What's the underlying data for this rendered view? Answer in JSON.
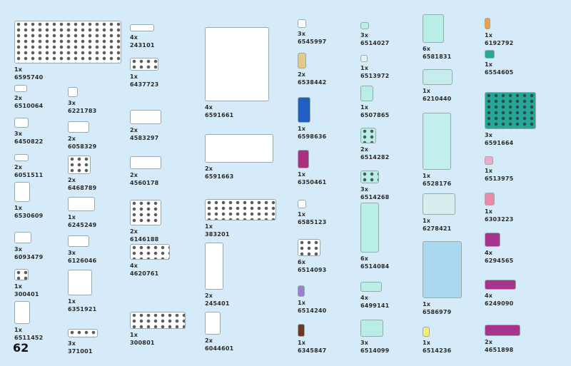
{
  "page_number": "62",
  "parts": [
    {
      "qty": "1x",
      "id": "6595740",
      "color": "#ffffff"
    },
    {
      "qty": "2x",
      "id": "6510064",
      "color": "#ffffff"
    },
    {
      "qty": "3x",
      "id": "6450822",
      "color": "#ffffff"
    },
    {
      "qty": "2x",
      "id": "6051511",
      "color": "#ffffff"
    },
    {
      "qty": "1x",
      "id": "6530609",
      "color": "#ffffff"
    },
    {
      "qty": "3x",
      "id": "6093479",
      "color": "#ffffff"
    },
    {
      "qty": "1x",
      "id": "300401",
      "color": "#ffffff"
    },
    {
      "qty": "1x",
      "id": "6511452",
      "color": "#ffffff"
    },
    {
      "qty": "3x",
      "id": "6221783",
      "color": "#ffffff"
    },
    {
      "qty": "2x",
      "id": "6058329",
      "color": "#ffffff"
    },
    {
      "qty": "2x",
      "id": "6468789",
      "color": "#ffffff"
    },
    {
      "qty": "1x",
      "id": "6245249",
      "color": "#ffffff"
    },
    {
      "qty": "3x",
      "id": "6126046",
      "color": "#ffffff"
    },
    {
      "qty": "1x",
      "id": "6351921",
      "color": "#ffffff"
    },
    {
      "qty": "3x",
      "id": "371001",
      "color": "#ffffff"
    },
    {
      "qty": "4x",
      "id": "243101",
      "color": "#ffffff"
    },
    {
      "qty": "1x",
      "id": "6437723",
      "color": "#ffffff"
    },
    {
      "qty": "2x",
      "id": "4583297",
      "color": "#ffffff"
    },
    {
      "qty": "2x",
      "id": "4560178",
      "color": "#ffffff"
    },
    {
      "qty": "2x",
      "id": "6146188",
      "color": "#ffffff"
    },
    {
      "qty": "4x",
      "id": "4620761",
      "color": "#ffffff"
    },
    {
      "qty": "1x",
      "id": "300801",
      "color": "#ffffff"
    },
    {
      "qty": "4x",
      "id": "6591661",
      "color": "#ffffff"
    },
    {
      "qty": "2x",
      "id": "6591663",
      "color": "#ffffff"
    },
    {
      "qty": "1x",
      "id": "383201",
      "color": "#ffffff"
    },
    {
      "qty": "2x",
      "id": "245401",
      "color": "#ffffff"
    },
    {
      "qty": "2x",
      "id": "6044601",
      "color": "#ffffff"
    },
    {
      "qty": "3x",
      "id": "6545997",
      "color": "#ffffff"
    },
    {
      "qty": "2x",
      "id": "6538442",
      "color": "#e3c98a"
    },
    {
      "qty": "1x",
      "id": "6598636",
      "color": "#1f5fbf"
    },
    {
      "qty": "1x",
      "id": "6350461",
      "color": "#a8327f"
    },
    {
      "qty": "1x",
      "id": "6585123",
      "color": "#ffffff"
    },
    {
      "qty": "6x",
      "id": "6514093",
      "color": "#ffffff"
    },
    {
      "qty": "1x",
      "id": "6514240",
      "color": "#9b7fd4"
    },
    {
      "qty": "1x",
      "id": "6345847",
      "color": "#6b3a1f"
    },
    {
      "qty": "3x",
      "id": "6514027",
      "color": "#b9eee6"
    },
    {
      "qty": "1x",
      "id": "6513972",
      "color": "#e6f4f4"
    },
    {
      "qty": "1x",
      "id": "6507865",
      "color": "#b9eee6"
    },
    {
      "qty": "2x",
      "id": "6514282",
      "color": "#b9eee6"
    },
    {
      "qty": "3x",
      "id": "6514268",
      "color": "#b9eee6"
    },
    {
      "qty": "6x",
      "id": "6514084",
      "color": "#b9eee6"
    },
    {
      "qty": "4x",
      "id": "6499141",
      "color": "#b9eee6"
    },
    {
      "qty": "3x",
      "id": "6514099",
      "color": "#b9eee6"
    },
    {
      "qty": "6x",
      "id": "6581831",
      "color": "#b9eee6"
    },
    {
      "qty": "1x",
      "id": "6210440",
      "color": "#c6ecec"
    },
    {
      "qty": "1x",
      "id": "6528176",
      "color": "#c3eeee"
    },
    {
      "qty": "1x",
      "id": "6278421",
      "color": "#d6eeee"
    },
    {
      "qty": "1x",
      "id": "6586979",
      "color": "#a9d8f0"
    },
    {
      "qty": "1x",
      "id": "6514236",
      "color": "#f3ec7a"
    },
    {
      "qty": "1x",
      "id": "6192792",
      "color": "#f0a040"
    },
    {
      "qty": "1x",
      "id": "6554605",
      "color": "#25a89a"
    },
    {
      "qty": "3x",
      "id": "6591664",
      "color": "#25a89a"
    },
    {
      "qty": "1x",
      "id": "6513975",
      "color": "#f0a9c6"
    },
    {
      "qty": "1x",
      "id": "6303223",
      "color": "#e88aa8"
    },
    {
      "qty": "4x",
      "id": "6294565",
      "color": "#a8338c"
    },
    {
      "qty": "4x",
      "id": "6249090",
      "color": "#a8338c"
    },
    {
      "qty": "2x",
      "id": "4651898",
      "color": "#a8338c"
    }
  ]
}
